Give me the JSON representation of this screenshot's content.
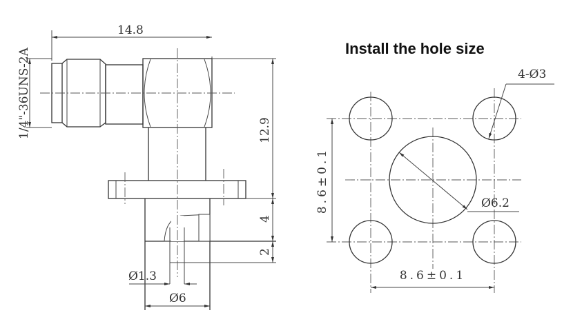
{
  "side_view": {
    "width_dim": "14.8",
    "thread_spec": "1/4\"-36UNS-2A",
    "height_dim": "12.9",
    "lower_dim": "4",
    "bottom_dim": "2",
    "pin_dia": "Ø1.3",
    "body_dia": "Ø6"
  },
  "hole_layout": {
    "title": "Install the hole size",
    "holes_label": "4-Ø3",
    "center_hole": "Ø6.2",
    "vertical_spacing": "8.6±0.1",
    "horizontal_spacing": "8.6±0.1"
  }
}
